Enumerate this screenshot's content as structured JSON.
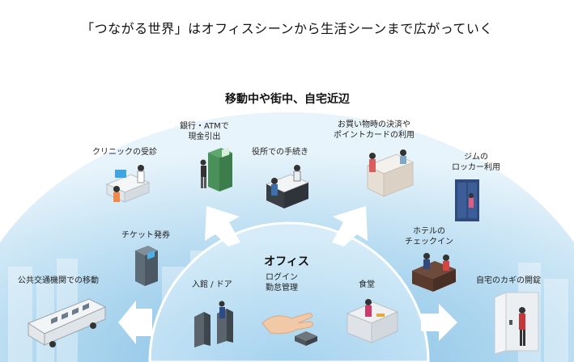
{
  "title": "「つながる世界」はオフィスシーンから生活シーンまで広がっていく",
  "outer_zone": {
    "label": "移動中や街中、自宅近辺"
  },
  "inner_zone": {
    "label": "オフィス"
  },
  "scenes": {
    "public_transport": "公共交通機関での移動",
    "ticket": "チケット発券",
    "clinic": "クリニックの受診",
    "atm": [
      "銀行・ATMで",
      "現金引出"
    ],
    "city_hall": "役所での手続き",
    "shopping": [
      "お買い物時の決済や",
      "ポイントカードの利用"
    ],
    "gym": [
      "ジムの",
      "ロッカー利用"
    ],
    "hotel": [
      "ホテルの",
      "チェックイン"
    ],
    "home_key": "自宅のカギの開錠",
    "entrance": "入館 / ドア",
    "login": [
      "ログイン",
      "勤怠管理"
    ],
    "cafeteria": "食堂"
  },
  "colors": {
    "outer_dome_top": "#d9ecf7",
    "outer_dome_bottom": "#9ccbe8",
    "inner_dome": "#bfe0f4",
    "arrow": "#ffffff",
    "accent": "#2b9bd6"
  }
}
